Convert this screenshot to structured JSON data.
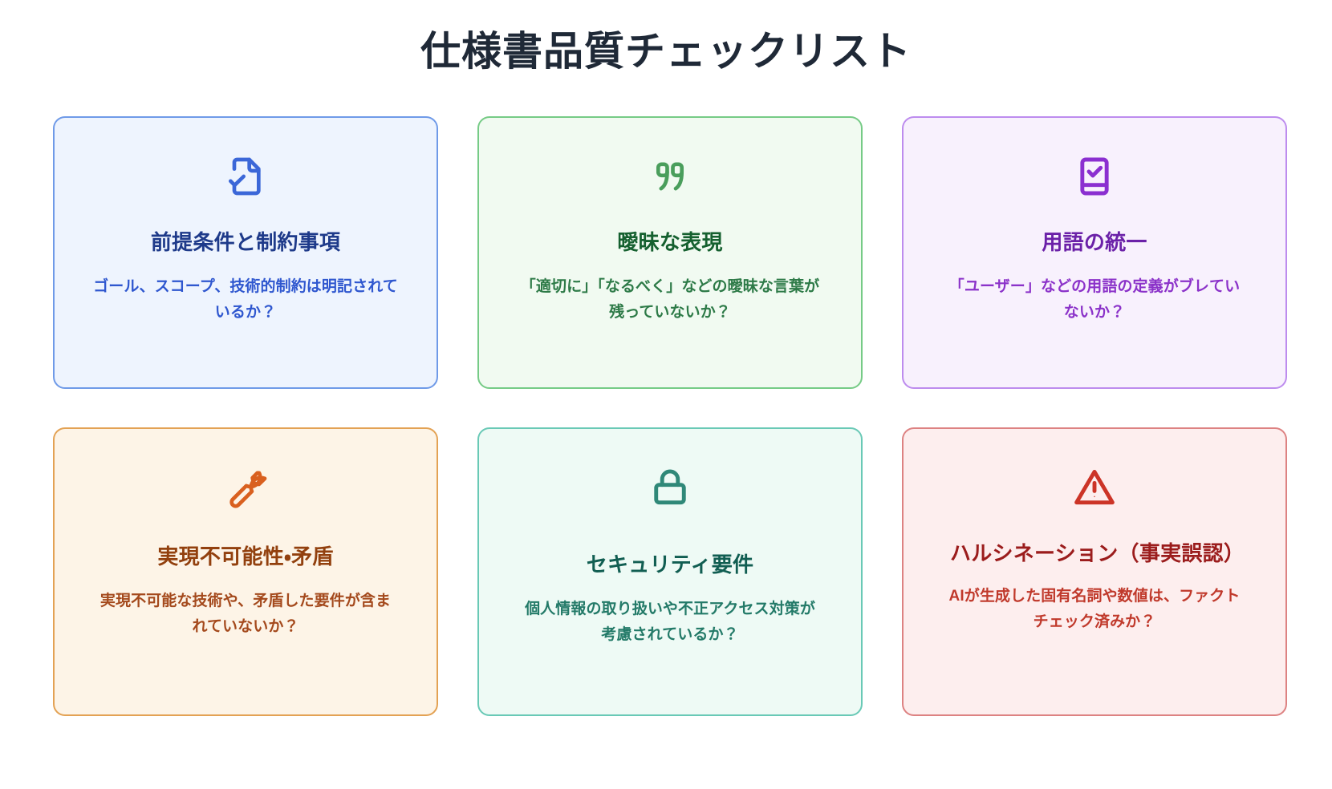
{
  "header": {
    "title": "仕様書品質チェックリスト"
  },
  "theme_colors": {
    "blue": {
      "bg": "#eef4fe",
      "border": "#6f9ae8",
      "icon": "#3b67d8",
      "title": "#1e3a8a",
      "body": "#2f57cf"
    },
    "green": {
      "bg": "#f1faf1",
      "border": "#76cb86",
      "icon": "#4a9e5c",
      "title": "#15602f",
      "body": "#2d7a47"
    },
    "purple": {
      "bg": "#f8f1fd",
      "border": "#bd8cee",
      "icon": "#8b2fd0",
      "title": "#6b21a8",
      "body": "#8b32c9"
    },
    "orange": {
      "bg": "#fdf4e7",
      "border": "#e3a254",
      "icon": "#d9601f",
      "title": "#92400e",
      "body": "#a4491c"
    },
    "teal": {
      "bg": "#eefaf5",
      "border": "#69c9b6",
      "icon": "#2f8878",
      "title": "#115e52",
      "body": "#237a68"
    },
    "red": {
      "bg": "#fdeeee",
      "border": "#dd8282",
      "icon": "#cc3427",
      "title": "#9b1c1c",
      "body": "#c0392b"
    }
  },
  "cards": [
    {
      "id": "assumptions-constraints",
      "icon": "document-check-icon",
      "theme": "blue",
      "title": "前提条件と制約事項",
      "body": "ゴール、スコープ、技術的制約は明記されているか？"
    },
    {
      "id": "ambiguous-expressions",
      "icon": "quote-icon",
      "theme": "green",
      "title": "曖昧な表現",
      "body": "「適切に」「なるべく」などの曖昧な言葉が残っていないか？"
    },
    {
      "id": "terminology-consistency",
      "icon": "book-check-icon",
      "theme": "purple",
      "title": "用語の統一",
      "body": "「ユーザー」などの用語の定義がブレていないか？"
    },
    {
      "id": "infeasibility-contradiction",
      "icon": "wrench-icon",
      "theme": "orange",
      "title": "実現不可能性・矛盾",
      "body": "実現不可能な技術や、矛盾した要件が含まれていないか？"
    },
    {
      "id": "security-requirements",
      "icon": "lock-icon",
      "theme": "teal",
      "title": "セキュリティ要件",
      "body": "個人情報の取り扱いや不正アクセス対策が考慮されているか？"
    },
    {
      "id": "hallucination-factual-error",
      "icon": "warning-triangle-icon",
      "theme": "red",
      "title": "ハルシネーション（事実誤認）",
      "body": "AIが生成した固有名詞や数値は、ファクトチェック済みか？"
    }
  ]
}
